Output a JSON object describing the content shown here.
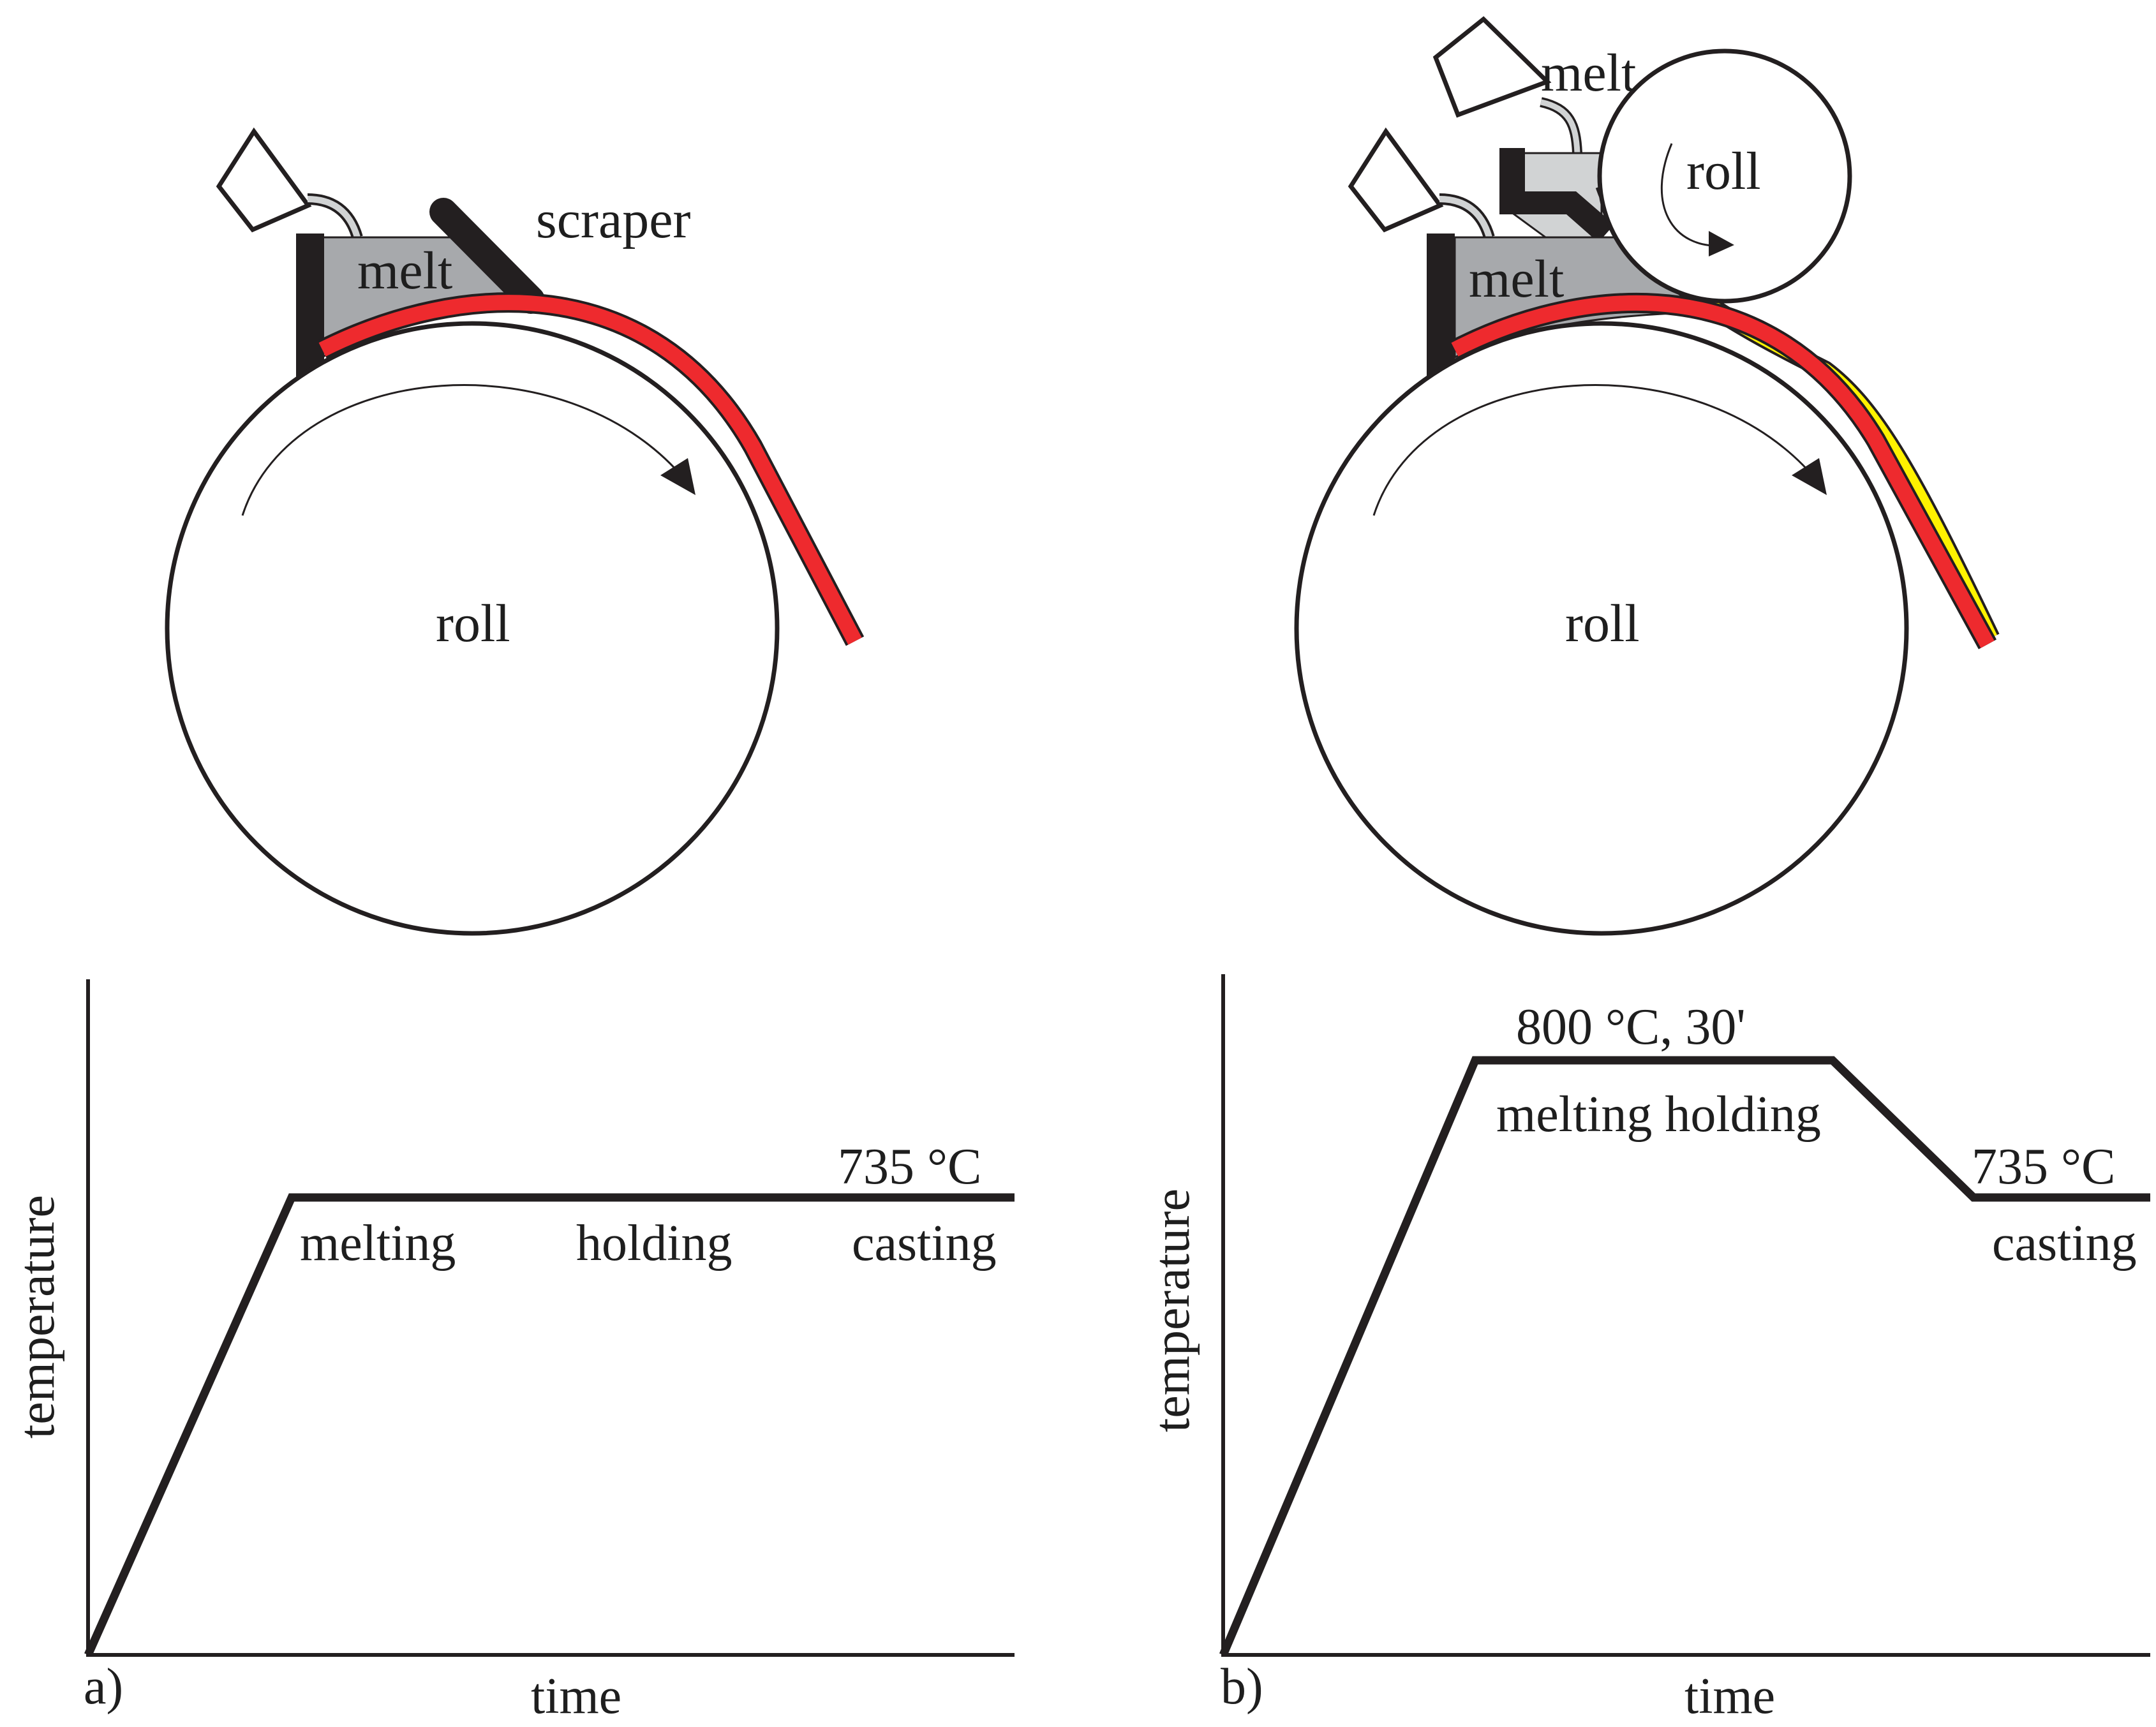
{
  "panel_a": {
    "diagram": {
      "melt_label": "melt",
      "scraper_label": "scraper",
      "roll_label": "roll"
    },
    "graph": {
      "panel_label": "a)",
      "xlabel": "time",
      "ylabel": "temperature",
      "temp_label": "735 °C",
      "stage_labels": [
        "melting",
        "holding",
        "casting"
      ]
    }
  },
  "panel_b": {
    "diagram": {
      "melt_upper_label": "melt",
      "melt_lower_label": "melt",
      "upper_roll_label": "roll",
      "lower_roll_label": "roll"
    },
    "graph": {
      "panel_label": "b)",
      "xlabel": "time",
      "ylabel": "temperature",
      "peak_label": "800 °C, 30'",
      "peak_stage_label": "melting holding",
      "temp_label": "735 °C",
      "final_stage_label": "casting"
    }
  },
  "colors": {
    "strip_red": "#ee2a2e",
    "strip_yellow": "#fff200",
    "melt_gray": "#a7a9ac",
    "melt_light_gray": "#d1d3d4",
    "outline": "#231f20"
  }
}
